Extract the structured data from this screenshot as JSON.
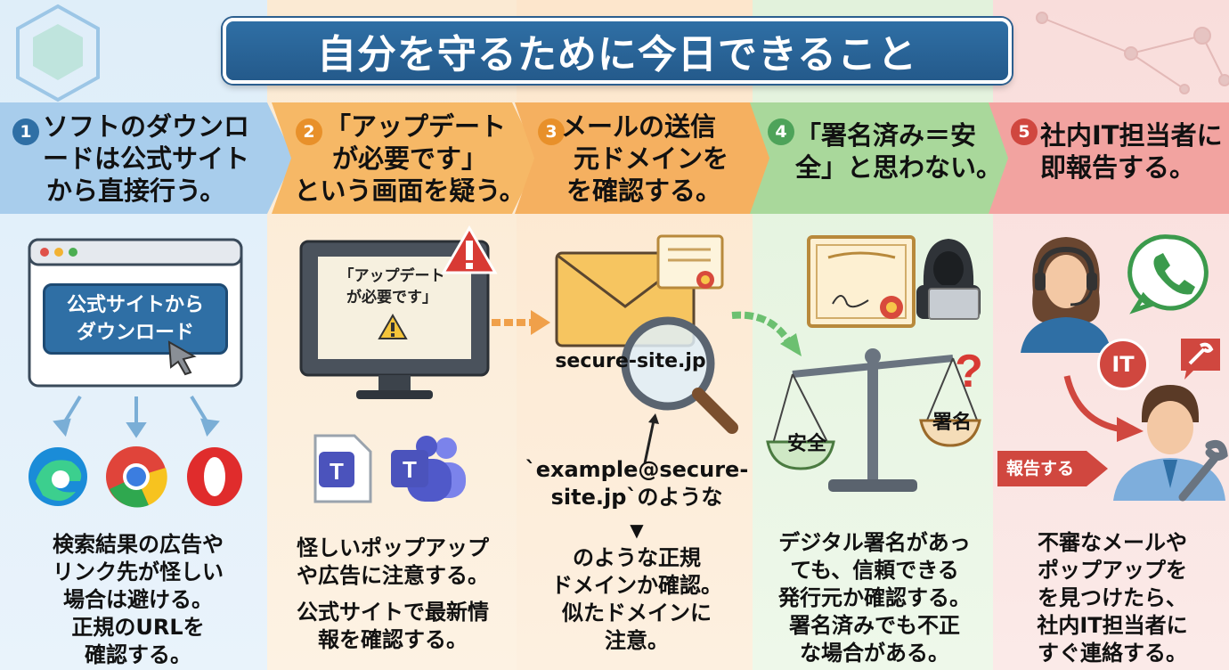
{
  "title": "自分を守るために今日できること",
  "steps": [
    {
      "num": "1",
      "head": [
        "ソフトのダウンロ",
        "ードは公式サイト",
        "から直接行う。"
      ],
      "desc": [
        "検索結果の広告や",
        "リンク先が怪しい",
        "場合は避ける。",
        "正規のURLを",
        "確認する。"
      ],
      "button": [
        "公式サイトから",
        "ダウンロード"
      ]
    },
    {
      "num": "2",
      "head": [
        "「アップデート",
        "が必要です」",
        "という画面を疑う。"
      ],
      "desc": [
        "怪しいポップアップ",
        "や広告に注意する。",
        "公式サイトで最新情",
        "報を確認する。"
      ],
      "screen": [
        "「アップデート",
        "が必要です」"
      ]
    },
    {
      "num": "3",
      "head": [
        "メールの送信",
        "元ドメインを",
        "を確認する。"
      ],
      "domain": "secure-site.jp",
      "desc": [
        "`example@secure-",
        "site.jp`のような",
        "▼",
        "のような正規",
        "ドメインか確認。",
        "似たドメインに",
        "注意。"
      ]
    },
    {
      "num": "4",
      "head": [
        "「署名済み＝安",
        "全」と思わない。"
      ],
      "desc": [
        "デジタル署名があっ",
        "ても、信頼できる",
        "発行元か確認する。",
        "署名済みでも不正",
        "な場合がある。"
      ],
      "scale_left": "安全",
      "scale_right": "署名"
    },
    {
      "num": "5",
      "head": [
        "社内IT担当者に",
        "即報告する。"
      ],
      "desc": [
        "不審なメールや",
        "ポップアップを",
        "を見つけたら、",
        "社内IT担当者に",
        "すぐ連絡する。"
      ],
      "badge": "IT",
      "report": "報告する"
    }
  ],
  "colors": {
    "blue": "#2f6fa5",
    "orange": "#e8902a",
    "green": "#4ea35a",
    "red": "#d0473f"
  }
}
